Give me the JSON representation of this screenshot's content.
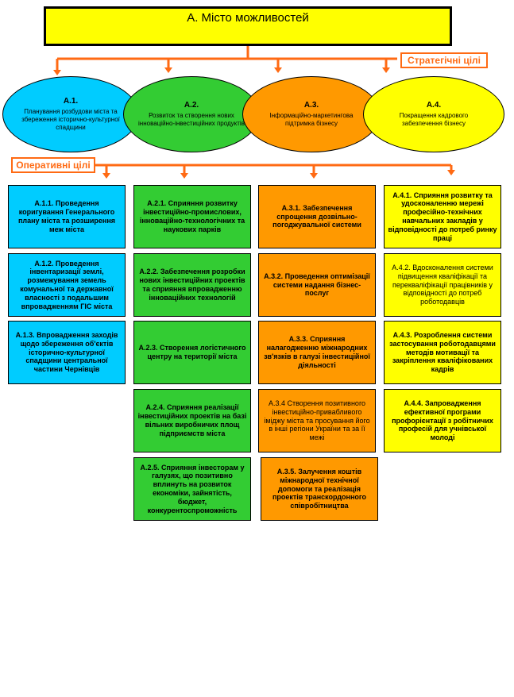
{
  "title": "А. Місто можливостей",
  "strategic_label": "Стратегічні цілі",
  "operative_label": "Оперативні цілі",
  "colors": {
    "connector": "#ff6a13",
    "blue": "#00ccff",
    "green": "#33cc33",
    "orange": "#ff9900",
    "yellow": "#ffff00"
  },
  "strategic": [
    {
      "code": "А.1.",
      "text": "Планування розбудови міста та збереження історично-культурної спадщини"
    },
    {
      "code": "А.2.",
      "text": "Розвиток та створення нових інноваційно-інвестиційних продуктів"
    },
    {
      "code": "А.3.",
      "text": "Інформаційно-маркетингова підтримка бізнесу"
    },
    {
      "code": "А.4.",
      "text": "Покращення кадрового забезпечення бізнесу"
    }
  ],
  "operative": {
    "a1": [
      "А.1.1. Проведення коригування Генерального плану міста та розширення меж міста",
      "А.1.2. Проведення інвентаризації землі, розмежування земель комунальної та державної власності з подальшим впровадженням ГІС міста",
      "А.1.3. Впровадження заходів щодо збереження об'єктів історично-культурної спадщини центральної частини Чернівців"
    ],
    "a2": [
      "А.2.1. Сприяння розвитку інвестиційно-промислових, інноваційно-технологічних та наукових парків",
      "А.2.2. Забезпечення розробки нових інвестиційних проектів та сприяння впровадженню інноваційних технологій",
      "А.2.3. Створення логістичного центру на території міста",
      "А.2.4. Сприяння реалізації інвестиційних проектів на базі вільних виробничих площ підприємств міста",
      "А.2.5. Сприяння інвесторам у галузях, що позитивно вплинуть на розвиток економіки, зайнятість, бюджет, конкурентоспроможність"
    ],
    "a3": [
      "А.3.1. Забезпечення спрощення дозвільно-погоджувальної системи",
      "А.3.2. Проведення оптимізації системи надання бізнес-послуг",
      "А.3.3. Сприяння налагодженню міжнародних зв'язків в галузі інвестиційної діяльності",
      "А.3.4 Створення позитивного інвестиційно-привабливого іміджу міста та просування його в інші регіони України та за її межі",
      "А.3.5. Залучення коштів міжнародної технічної допомоги та реалізація проектів транскордонного співробітництва"
    ],
    "a4": [
      "А.4.1. Сприяння розвитку та удосконаленню мережі професійно-технічних навчальних закладів у відповідності до потреб ринку праці",
      "А.4.2. Вдосконалення системи підвищення кваліфікації та перекваліфікації працівників у відповідності до потреб роботодавців",
      "А.4.3. Розроблення системи застосування роботодавцями методів мотивації та закріплення кваліфікованих кадрів",
      "А.4.4. Запровадження ефективної програми профорієнтації з робітничих професій для учнівської молоді"
    ]
  }
}
